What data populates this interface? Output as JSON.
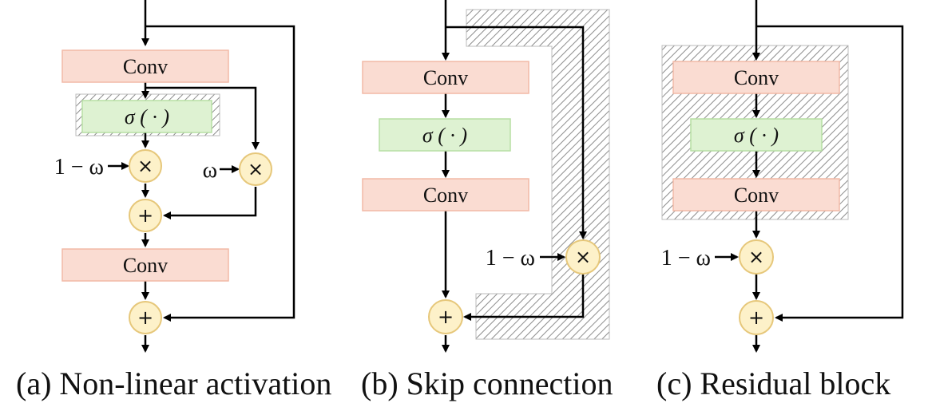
{
  "labels": {
    "conv": "Conv",
    "activation": "σ ( · )",
    "one_minus_omega": "1 − ω",
    "omega": "ω",
    "multiply": "×",
    "add": "+"
  },
  "captions": {
    "a": "(a) Non-linear activation",
    "b": "(b) Skip connection",
    "c": "(c) Residual block"
  },
  "colors": {
    "conv_fill": "#fadcd2",
    "activation_fill": "#def2d2",
    "operator_fill": "#fdf1c9"
  }
}
